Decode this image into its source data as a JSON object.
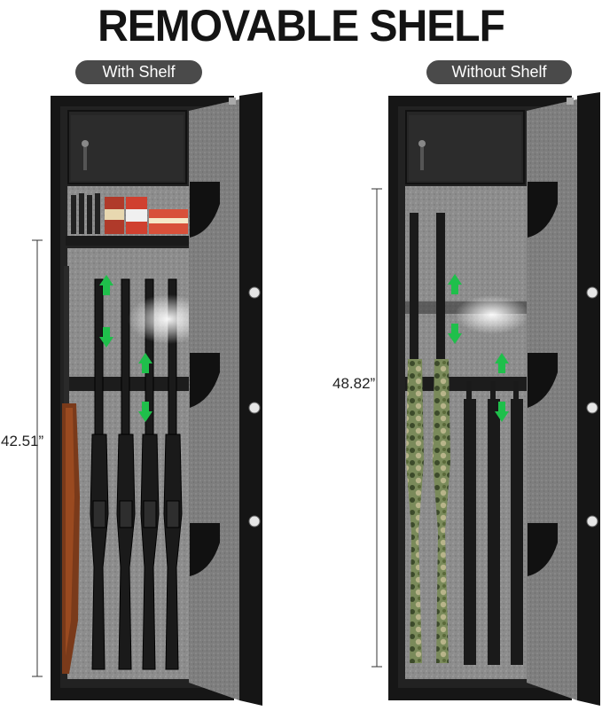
{
  "title": "REMOVABLE SHELF",
  "labels": {
    "with_shelf": "With Shelf",
    "without_shelf": "Without Shelf"
  },
  "dimensions": {
    "with_shelf_height": "42.51”",
    "without_shelf_height": "48.82”"
  },
  "colors": {
    "pill_background": "#4a4a4a",
    "safe_body": "#1b1b1b",
    "felt_lining": "#8a8a8a",
    "arrow_green": "#1fbf4b"
  }
}
